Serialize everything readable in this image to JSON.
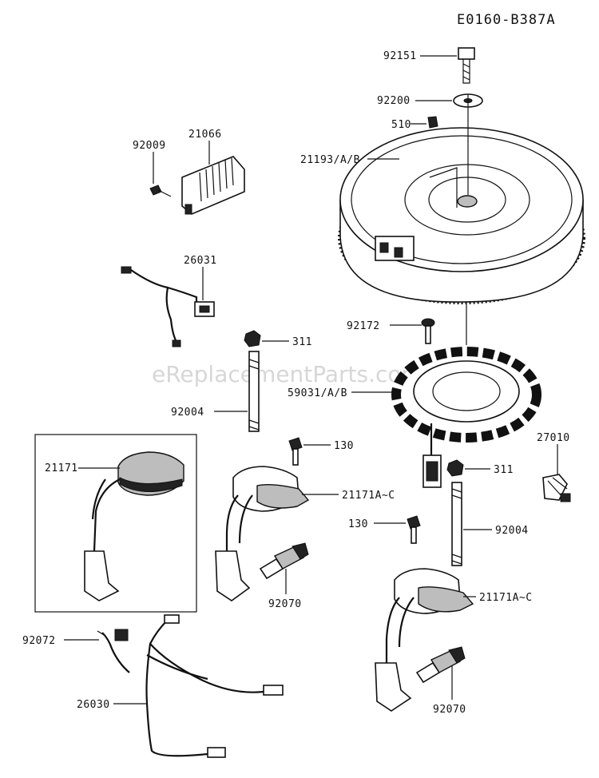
{
  "drawing_code": "E0160-B387A",
  "watermark": "eReplacementParts.com",
  "callouts": {
    "bolt_92151": "92151",
    "washer_92200": "92200",
    "key_510": "510",
    "flywheel_21193": "21193/A/B",
    "screw_92009": "92009",
    "regulator_21066": "21066",
    "harness_26031": "26031",
    "bolt_92172": "92172",
    "nut_311_left": "311",
    "stator_59031": "59031/A/B",
    "stud_92004_left": "92004",
    "bolt_130_left": "130",
    "switch_27010": "27010",
    "coil_21171": "21171",
    "coil_21171a_left": "21171A~C",
    "nut_311_right": "311",
    "bolt_130_right": "130",
    "stud_92004_right": "92004",
    "plug_92070_left": "92070",
    "coil_21171a_right": "21171A~C",
    "lead_92072": "92072",
    "harness_26030": "26030",
    "plug_92070_right": "92070"
  }
}
